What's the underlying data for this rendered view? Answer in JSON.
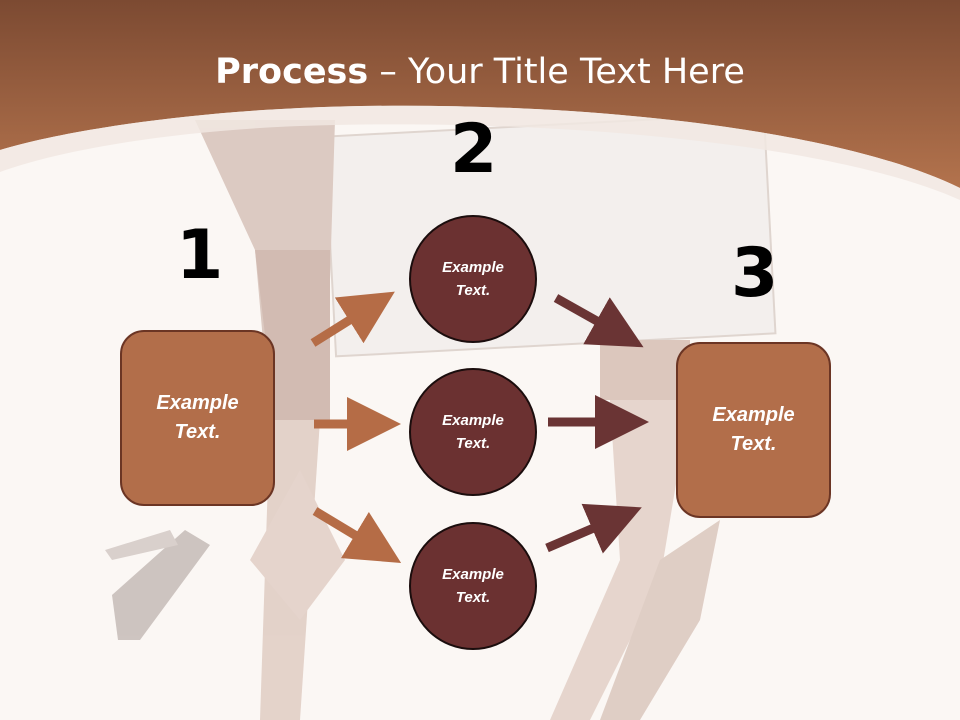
{
  "header": {
    "title_bold": "Process",
    "title_rest": " – Your Title Text Here"
  },
  "steps": {
    "one": "1",
    "two": "2",
    "three": "3"
  },
  "nodes": {
    "left_box": "Example\nText.",
    "circle_top": "Example\nText.",
    "circle_middle": "Example\nText.",
    "circle_bottom": "Example\nText.",
    "right_box": "Example\nText."
  },
  "colors": {
    "header_brown": "#a8643f",
    "box_fill": "#b26e4a",
    "circle_fill": "#6b3131",
    "arrow_in": "#b56c46",
    "arrow_out": "#6a3434"
  }
}
